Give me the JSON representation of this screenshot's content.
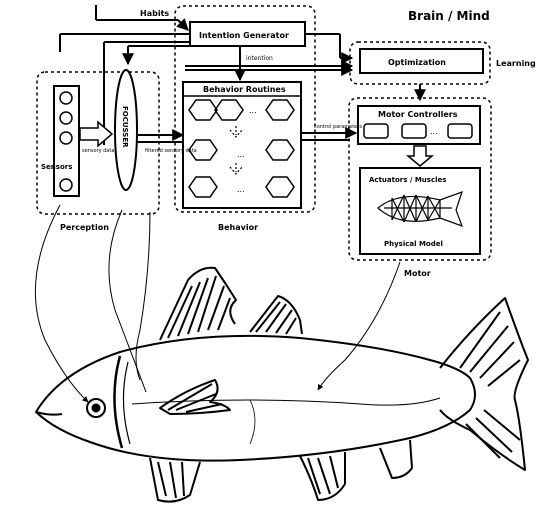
{
  "title": "Brain / Mind",
  "labels": {
    "habits": "Habits",
    "intention_generator": "Intention Generator",
    "intention": "intention",
    "optimization": "Optimization",
    "learning": "Learning",
    "behavior_routines": "Behavior Routines",
    "motor_controllers": "Motor Controllers",
    "sensors": "Sensors",
    "focusser": "FOCUSSER",
    "sensory_data": "sensory data",
    "filtered_sensory_data": "filtered sensory data",
    "control_parameters": "control parameters",
    "perception": "Perception",
    "behavior": "Behavior",
    "motor": "Motor",
    "actuators_muscles": "Actuators / Muscles",
    "physical_model": "Physical Model",
    "ellipsis": "..."
  },
  "colors": {
    "ink": "#000000",
    "paper": "#ffffff"
  }
}
